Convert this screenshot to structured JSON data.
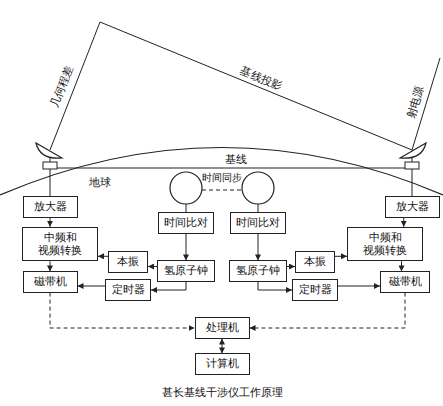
{
  "diagram": {
    "caption": "甚长基线干涉仪工作原理",
    "nodes": [
      {
        "text": [
          "放大器"
        ]
      },
      {
        "text": [
          "中频和 视频转换"
        ]
      },
      {
        "text": [
          "磁带机"
        ]
      },
      {
        "text": [
          "本振"
        ]
      },
      {
        "text": [
          "定时器"
        ]
      },
      {
        "text": [
          "时间比对"
        ]
      },
      {
        "text": [
          "氢原子钟"
        ]
      },
      {
        "text": [
          "时间比对"
        ]
      },
      {
        "text": [
          "氢原子钟"
        ]
      },
      {
        "text": [
          "本振"
        ]
      },
      {
        "text": [
          "定时器"
        ]
      },
      {
        "text": [
          "放大器"
        ]
      },
      {
        "text": [
          "中频和 视频转换"
        ]
      },
      {
        "text": [
          "磁带机"
        ]
      },
      {
        "text": [
          "处理机"
        ]
      },
      {
        "text": [
          "计算机"
        ]
      }
    ],
    "edges": [
      {
        "from": 0,
        "to": 1,
        "arrow": "to"
      },
      {
        "from": 1,
        "to": 2,
        "arrow": "to"
      },
      {
        "from": 3,
        "to": 1,
        "arrow": "to"
      },
      {
        "from": 6,
        "to": 3,
        "arrow": "to"
      },
      {
        "from": 6,
        "to": 4,
        "arrow": "to"
      },
      {
        "from": 4,
        "to": 2,
        "arrow": "to"
      },
      {
        "from": 5,
        "to": 6,
        "arrow": "to"
      },
      {
        "from": 7,
        "to": 8,
        "arrow": "to"
      },
      {
        "from": 8,
        "to": 9,
        "arrow": "to"
      },
      {
        "from": 8,
        "to": 10,
        "arrow": "to"
      },
      {
        "from": 9,
        "to": 12,
        "arrow": "to"
      },
      {
        "from": 10,
        "to": 13,
        "arrow": "to"
      },
      {
        "from": 11,
        "to": 12,
        "arrow": "to"
      },
      {
        "from": 12,
        "to": 13,
        "arrow": "to"
      },
      {
        "from": 2,
        "to": 14,
        "arrow": "to"
      },
      {
        "from": 13,
        "to": 14,
        "arrow": "to"
      },
      {
        "from": 14,
        "to": 15,
        "arrow": "both"
      }
    ],
    "labels": [
      "几何程差",
      "基线投影",
      "射电源",
      "地球",
      "基线",
      "时间同步"
    ]
  }
}
